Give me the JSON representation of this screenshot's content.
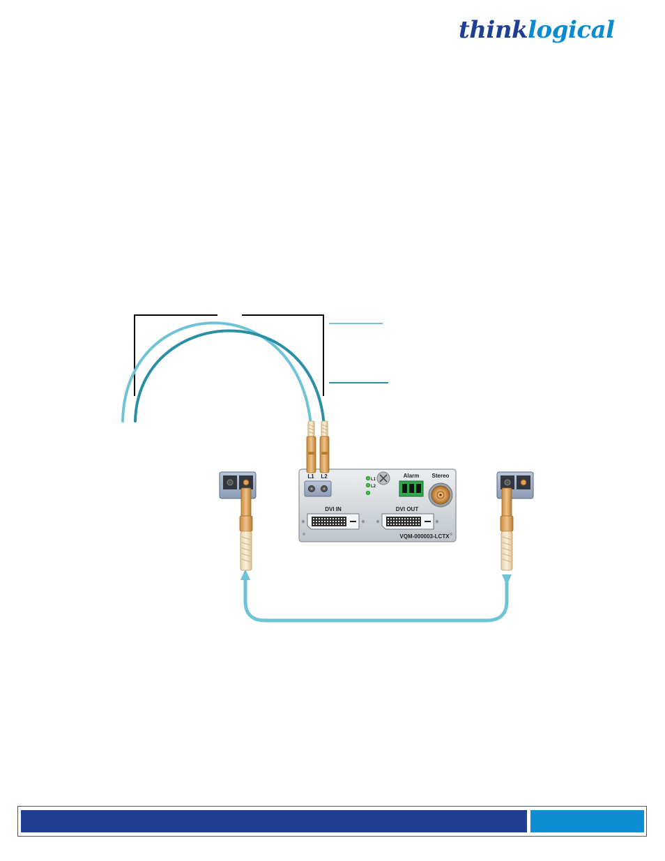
{
  "logo": {
    "part1": "think",
    "part2": "logical"
  },
  "panel": {
    "port_l1": "L1",
    "port_l2": "L2",
    "led_l1": "L1",
    "led_l2": "L2",
    "alarm": "Alarm",
    "stereo": "Stereo",
    "dvi_in": "DVI IN",
    "dvi_out": "DVI OUT",
    "model": "VQM-000003-LCTX"
  },
  "colors": {
    "brand_navy": "#1f3f93",
    "brand_blue": "#0b8ed3",
    "fiber_light": "#6fc3d6",
    "fiber_dark": "#2a8fa3",
    "connector": "#d9a661",
    "led_green": "#3fbf3f"
  }
}
